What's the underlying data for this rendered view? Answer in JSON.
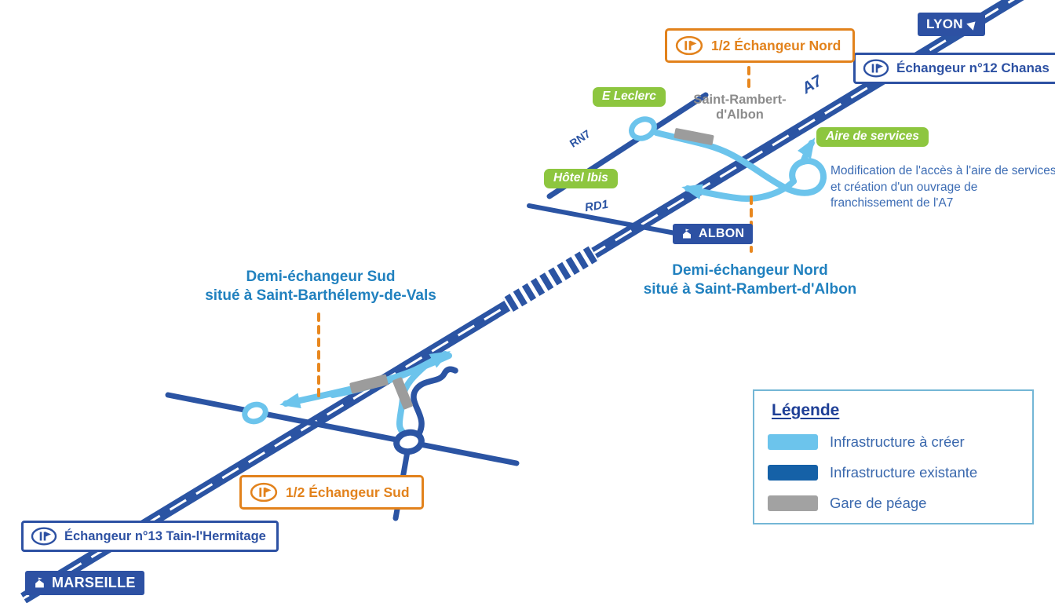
{
  "map": {
    "highway_label": "A7",
    "road_labels": {
      "rn7": "RN7",
      "rd1": "RD1"
    },
    "destinations": {
      "lyon": "LYON",
      "marseille": "MARSEILLE"
    },
    "towns": {
      "saint_rambert_line1": "Saint-Rambert-",
      "saint_rambert_line2": "d'Albon",
      "albon": "ALBON"
    },
    "pois": {
      "leclerc": "E Leclerc",
      "hotel_ibis": "Hôtel Ibis",
      "aire_de_services": "Aire de services"
    },
    "interchanges": {
      "n12": "Échangeur n°12 Chanas",
      "n13": "Échangeur n°13 Tain-l'Hermitage",
      "half_north": "1/2 Échangeur Nord",
      "half_south": "1/2 Échangeur Sud"
    },
    "projects": {
      "north_title_line1": "Demi-échangeur Nord",
      "north_title_line2": "situé à Saint-Rambert-d'Albon",
      "south_title_line1": "Demi-échangeur Sud",
      "south_title_line2": "situé à Saint-Barthélemy-de-Vals",
      "aire_note_line1": "Modification de l'accès à l'aire de services",
      "aire_note_line2": "et création d'un ouvrage de",
      "aire_note_line3": "franchissement de l'A7"
    },
    "legend": {
      "title": "Légende",
      "items": [
        {
          "label": "Infrastructure à créer",
          "color": "#6cc4ec"
        },
        {
          "label": "Infrastructure existante",
          "color": "#1561a7"
        },
        {
          "label": "Gare de péage",
          "color": "#a2a2a2"
        }
      ]
    },
    "colors": {
      "road_existing": "#2b54a3",
      "road_new": "#6cc4ec",
      "toll_gray": "#9c9c9c",
      "accent_orange": "#e2821c",
      "badge_blue": "#2d51a3",
      "poi_green": "#8dc63f",
      "project_title_blue": "#2181bf",
      "note_blue": "#3c6cb4",
      "town_gray": "#8c8c8c"
    }
  }
}
